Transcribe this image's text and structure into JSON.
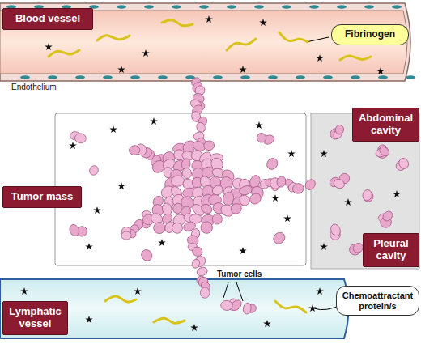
{
  "diagram": {
    "nodes": [
      {
        "text": [
          "Blood vessel"
        ]
      },
      {
        "text": [
          "Fibrinogen"
        ]
      },
      {
        "text": [
          "Tumor mass"
        ]
      },
      {
        "text": [
          "Abdominal cavity"
        ]
      },
      {
        "text": [
          "Pleural cavity"
        ]
      },
      {
        "text": [
          "Lymphatic vessel"
        ]
      },
      {
        "text": [
          "Chemoattractant protein/s"
        ]
      }
    ],
    "labels": [
      "Endothelium",
      "Tumor cells"
    ]
  }
}
